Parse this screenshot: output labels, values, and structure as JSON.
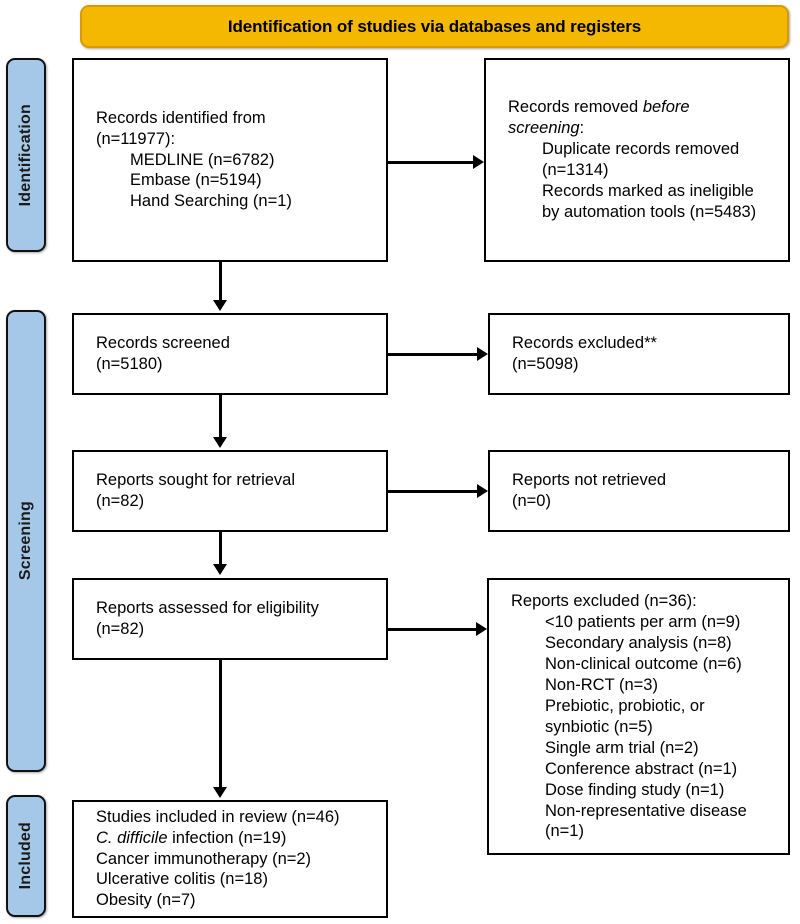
{
  "banner": {
    "title": "Identification of studies via databases and registers",
    "color": "#F5B800"
  },
  "stages": {
    "color": "#A5C8E8",
    "identification": "Identification",
    "screening": "Screening",
    "included": "Included"
  },
  "boxes": {
    "identified": {
      "line1": "Records identified from",
      "line2": "(n=11977):",
      "sources": [
        "MEDLINE (n=6782)",
        "Embase (n=5194)",
        "Hand Searching (n=1)"
      ]
    },
    "removed": {
      "line1_pre": "Records removed ",
      "line1_em": "before",
      "line2_em": "screening",
      "line2_post": ":",
      "items": [
        "Duplicate records removed",
        "(n=1314)",
        "Records marked as ineligible",
        "by automation tools (n=5483)"
      ]
    },
    "screened": {
      "line1": "Records screened",
      "line2": "(n=5180)"
    },
    "excluded_records": {
      "line1": "Records excluded**",
      "line2": "(n=5098)"
    },
    "sought": {
      "line1": "Reports sought for retrieval",
      "line2": "(n=82)"
    },
    "not_retrieved": {
      "line1": "Reports not retrieved",
      "line2": "(n=0)"
    },
    "assessed": {
      "line1": "Reports assessed for eligibility",
      "line2": "(n=82)"
    },
    "excluded_reports": {
      "header": "Reports excluded (n=36):",
      "reasons": [
        "<10 patients per arm (n=9)",
        "Secondary analysis (n=8)",
        "Non-clinical outcome (n=6)",
        "Non-RCT (n=3)",
        "Prebiotic, probiotic, or",
        "synbiotic (n=5)",
        "Single arm trial (n=2)",
        "Conference abstract (n=1)",
        "Dose finding study (n=1)",
        "Non-representative disease",
        "(n=1)"
      ]
    },
    "included": {
      "line1": "Studies included in review (n=46)",
      "line2_em": "C. difficile",
      "line2_post": " infection (n=19)",
      "line3": "Cancer immunotherapy (n=2)",
      "line4": "Ulcerative colitis (n=18)",
      "line5": "Obesity (n=7)"
    }
  },
  "chart_data": {
    "type": "diagram",
    "title": "Identification of studies via databases and registers",
    "nodes": [
      {
        "id": "identified",
        "stage": "Identification",
        "n": 11977,
        "breakdown": {
          "MEDLINE": 6782,
          "Embase": 5194,
          "Hand Searching": 1
        }
      },
      {
        "id": "removed_before_screening",
        "stage": "Identification",
        "breakdown": {
          "Duplicate records removed": 1314,
          "Records marked as ineligible by automation tools": 5483
        }
      },
      {
        "id": "screened",
        "stage": "Screening",
        "n": 5180
      },
      {
        "id": "records_excluded",
        "stage": "Screening",
        "n": 5098
      },
      {
        "id": "sought_for_retrieval",
        "stage": "Screening",
        "n": 82
      },
      {
        "id": "not_retrieved",
        "stage": "Screening",
        "n": 0
      },
      {
        "id": "assessed_for_eligibility",
        "stage": "Screening",
        "n": 82
      },
      {
        "id": "reports_excluded",
        "stage": "Screening",
        "n": 36,
        "breakdown": {
          "<10 patients per arm": 9,
          "Secondary analysis": 8,
          "Non-clinical outcome": 6,
          "Non-RCT": 3,
          "Prebiotic, probiotic, or synbiotic": 5,
          "Single arm trial": 2,
          "Conference abstract": 1,
          "Dose finding study": 1,
          "Non-representative disease": 1
        }
      },
      {
        "id": "included_in_review",
        "stage": "Included",
        "n": 46,
        "breakdown": {
          "C. difficile infection": 19,
          "Cancer immunotherapy": 2,
          "Ulcerative colitis": 18,
          "Obesity": 7
        }
      }
    ]
  }
}
